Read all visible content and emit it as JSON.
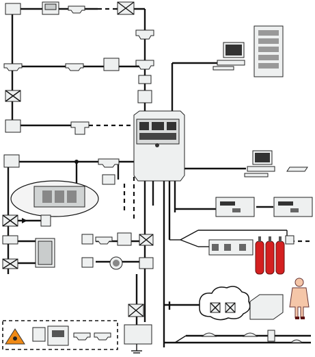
{
  "colors": {
    "line": "#111111",
    "device_fill": "#eef0f0",
    "device_shade": "#c9cccc",
    "extinguisher_red": "#d42020",
    "warning_orange": "#f08a16",
    "person_suit": "#f5c6a8"
  },
  "devices": {
    "control_panel": "fire-alarm-control-panel",
    "computer": "workstation-computer",
    "server_rack": "server-rack",
    "printer": "printer",
    "repeater_panel": "repeater-panel",
    "extinguishing_bottles": "gas-extinguishing-cylinders",
    "person": "firefighter",
    "warning_sign": "fire-warning-sign"
  }
}
